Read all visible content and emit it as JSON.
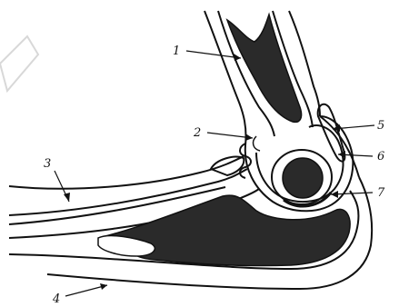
{
  "labels": {
    "l1": "1",
    "l2": "2",
    "l3": "3",
    "l4": "4",
    "l5": "5",
    "l6": "6",
    "l7": "7"
  },
  "colors": {
    "background": "#ffffff",
    "ink": "#111111",
    "fill_dark": "#2a2a2a"
  }
}
